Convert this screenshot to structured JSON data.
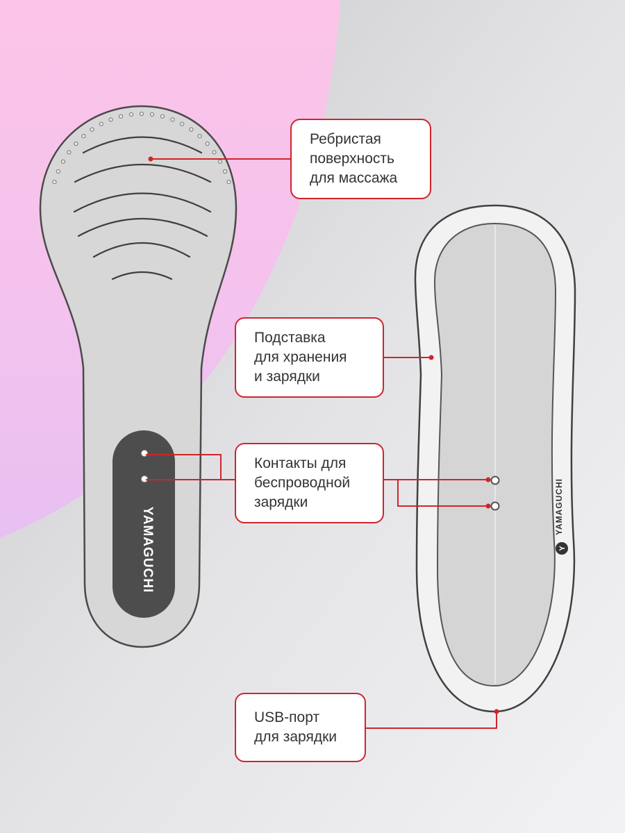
{
  "callouts": {
    "massage_surface": "Ребристая\nповерхность\nдля массажа",
    "stand": "Подставка\nдля хранения\nи зарядки",
    "contacts": "Контакты для\nбеспроводной\nзарядки",
    "usb_port": "USB-порт\nдля зарядки"
  },
  "brand": {
    "brush_label": "YAMAGUCHI",
    "dock_label": "YAMAGUCHI",
    "dock_logo_letter": "Y"
  },
  "colors": {
    "accent": "#d0242b",
    "background_pink": "#fbc6ea",
    "brush_body": "#d6d6d6",
    "outline": "#4a4a4a",
    "panel_dark": "#4d4d4d"
  }
}
